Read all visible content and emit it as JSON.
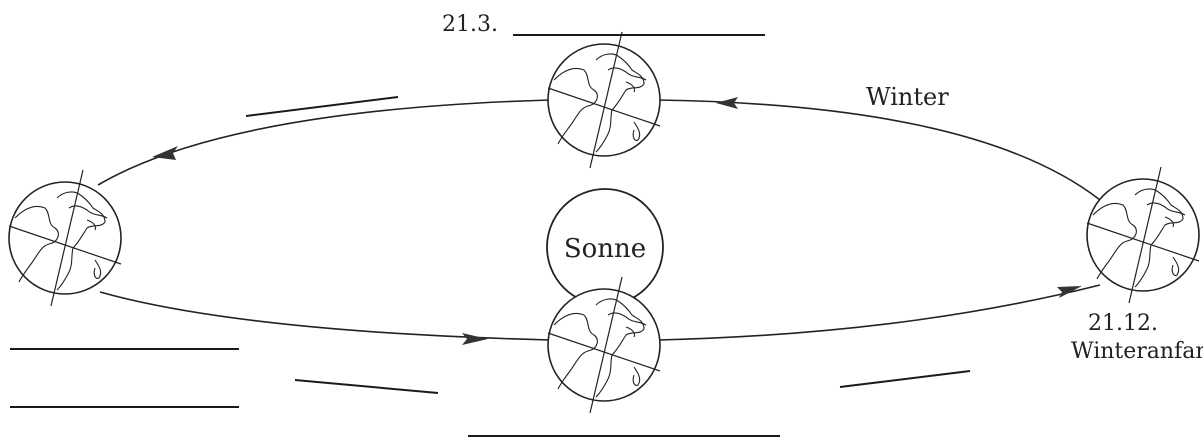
{
  "labels": {
    "top_date": "21.3.",
    "winter": "Winter",
    "sun": "Sonne",
    "right_date": "21.12.",
    "right_season": "Winteranfang"
  },
  "colors": {
    "line": "#222222",
    "background": "#ffffff"
  },
  "icons": {
    "earth": "globe-with-tilted-axis",
    "sun": "circle"
  }
}
